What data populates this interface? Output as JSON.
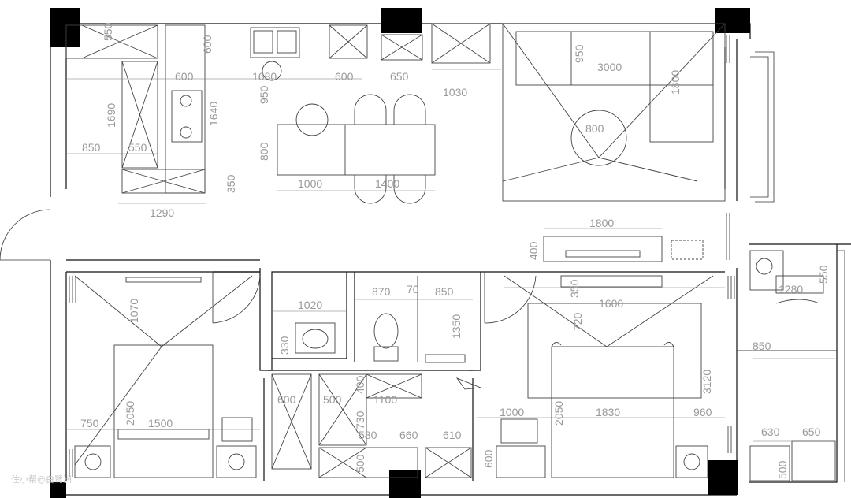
{
  "watermark": "住小帮@白鹭洲",
  "dimensions": [
    "550",
    "600",
    "1680",
    "600",
    "950",
    "3000",
    "1800",
    "600",
    "650",
    "1030",
    "950",
    "1640",
    "1690",
    "800",
    "850",
    "550",
    "350",
    "1000",
    "1400",
    "1290",
    "800",
    "1800",
    "400",
    "1020",
    "870",
    "70",
    "850",
    "1350",
    "350",
    "1600",
    "720",
    "550",
    "1280",
    "850",
    "1070",
    "330",
    "2050",
    "1500",
    "750",
    "600",
    "500",
    "1100",
    "400",
    "730",
    "580",
    "660",
    "610",
    "500",
    "600",
    "1000",
    "2050",
    "1830",
    "960",
    "3120",
    "630",
    "650",
    "500"
  ]
}
